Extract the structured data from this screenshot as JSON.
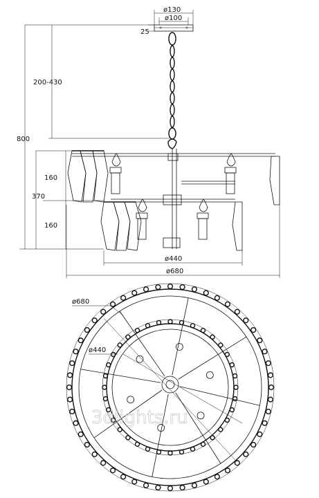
{
  "dimensions": {
    "canopy_outer": "ø130",
    "canopy_inner": "ø100",
    "canopy_height": "25",
    "chain_range": "200-430",
    "total_height": "800",
    "body_height": "370",
    "tier_upper": "160",
    "tier_lower": "160",
    "inner_diameter_side": "ø440",
    "outer_diameter_side": "ø680",
    "outer_diameter_plan": "ø680",
    "inner_diameter_plan": "ø440"
  },
  "watermark": "3dlights.ru"
}
